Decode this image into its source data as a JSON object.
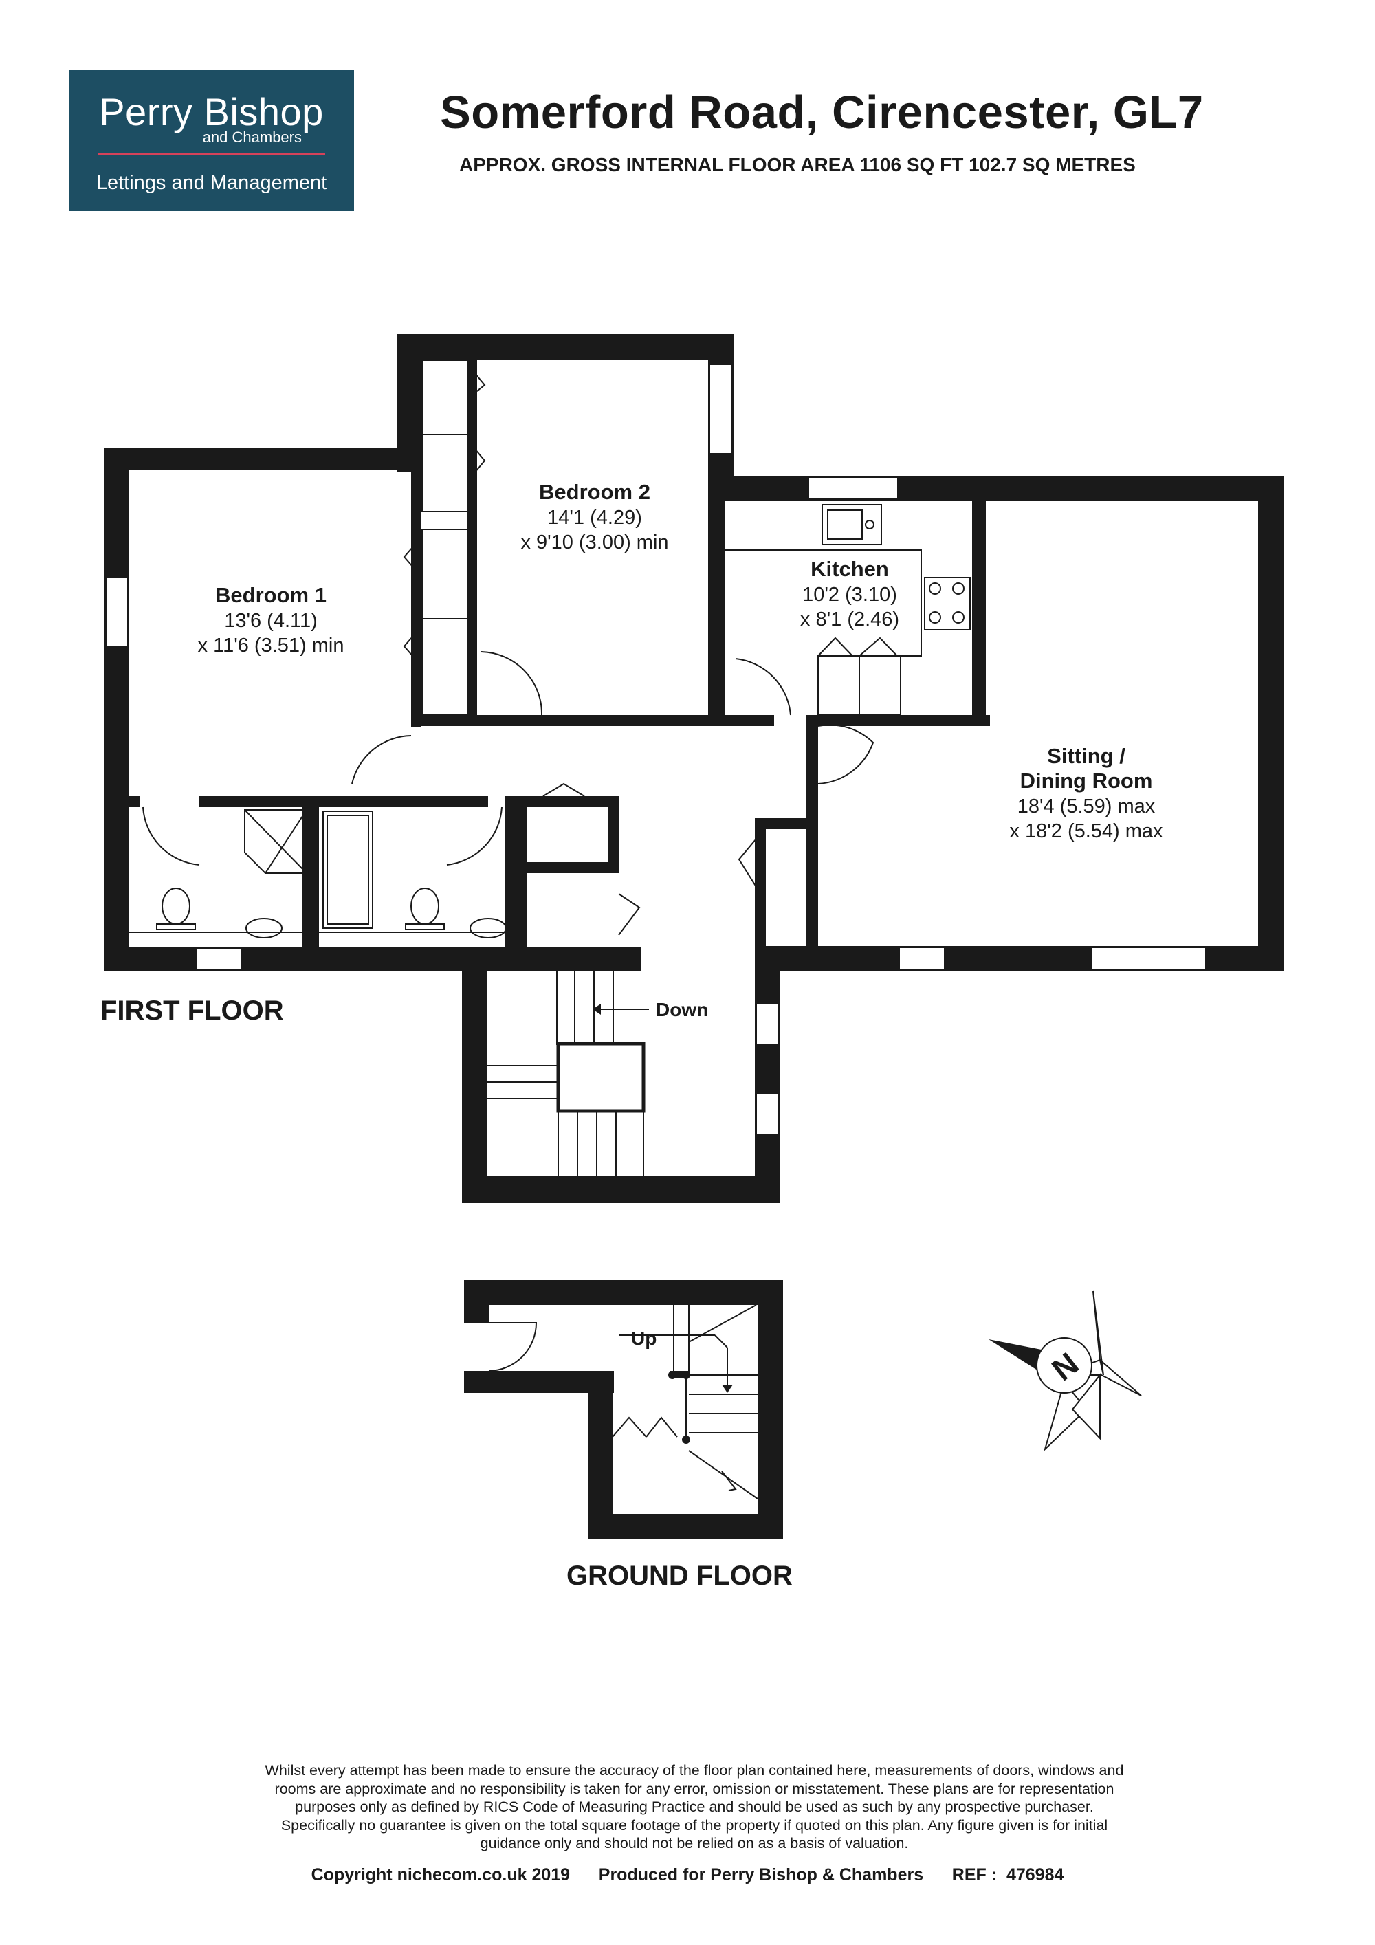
{
  "logo": {
    "brand": "Perry Bishop",
    "sub": "and Chambers",
    "tagline": "Lettings and Management",
    "bg_color": "#1d4e63",
    "rule_color": "#d7425a"
  },
  "header": {
    "title": "Somerford Road, Cirencester, GL7",
    "area": "APPROX. GROSS INTERNAL FLOOR AREA 1106 SQ FT 102.7 SQ METRES"
  },
  "rooms": {
    "bedroom1": {
      "name": "Bedroom 1",
      "dim1": "13'6 (4.11)",
      "dim2": "x 11'6 (3.51) min"
    },
    "bedroom2": {
      "name": "Bedroom 2",
      "dim1": "14'1 (4.29)",
      "dim2": "x 9'10 (3.00) min"
    },
    "kitchen": {
      "name": "Kitchen",
      "dim1": "10'2 (3.10)",
      "dim2": "x 8'1 (2.46)"
    },
    "sitting": {
      "name1": "Sitting /",
      "name2": "Dining Room",
      "dim1": "18'4 (5.59) max",
      "dim2": "x 18'2 (5.54) max"
    }
  },
  "stairs": {
    "down": "Down",
    "up": "Up"
  },
  "floors": {
    "first": "FIRST FLOOR",
    "ground": "GROUND FLOOR"
  },
  "compass": {
    "letter": "N"
  },
  "footer": {
    "disclaimer": [
      "Whilst every attempt has been made to ensure the accuracy of the floor plan contained here, measurements of doors, windows and",
      "rooms are approximate and no responsibility is taken for any error, omission or misstatement. These plans are for representation",
      "purposes only as defined by RICS Code of Measuring Practice and should be used as such by any prospective purchaser.",
      "Specifically no guarantee is given on the total square footage of the property if quoted on this plan. Any figure given is for initial",
      "guidance only and should not be relied on as a basis of valuation."
    ],
    "copyright": "Copyright nichecom.co.uk 2019",
    "produced": "Produced for Perry Bishop & Chambers",
    "ref": "REF :  476984"
  }
}
